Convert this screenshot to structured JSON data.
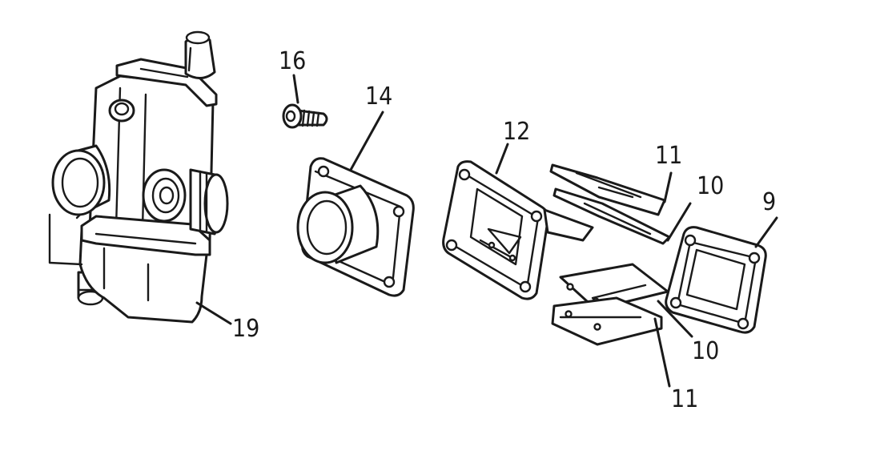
{
  "diagram": {
    "callouts": {
      "c16": "16",
      "c14": "14",
      "c12": "12",
      "c11_top": "11",
      "c10_top": "10",
      "c9": "9",
      "c19": "19",
      "c10_bottom": "10",
      "c11_bottom": "11"
    },
    "parts": [
      {
        "id": "carburetor",
        "callout": "19"
      },
      {
        "id": "screw",
        "callout": "16"
      },
      {
        "id": "intake-manifold",
        "callout": "14"
      },
      {
        "id": "reed-block",
        "callout": "12"
      },
      {
        "id": "reed-petal-top",
        "callout": "11"
      },
      {
        "id": "reed-stopper-top",
        "callout": "10"
      },
      {
        "id": "gasket",
        "callout": "9"
      },
      {
        "id": "reed-stopper-bottom",
        "callout": "10"
      },
      {
        "id": "reed-petal-bottom",
        "callout": "11"
      }
    ],
    "colors": {
      "line": "#1a1a1a",
      "background": "#ffffff"
    }
  }
}
